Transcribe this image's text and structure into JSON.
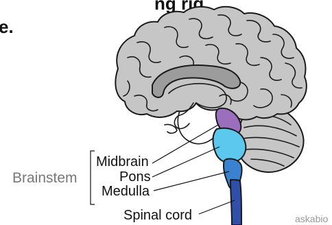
{
  "header_fragment_top": "ng rig",
  "header_fragment_left": "e.",
  "group_label": "Brainstem",
  "labels": {
    "midbrain": "Midbrain",
    "pons": "Pons",
    "medulla": "Medulla",
    "spinal_cord": "Spinal cord"
  },
  "watermark": "askabio",
  "colors": {
    "cerebrum": "#c6c6c6",
    "inner_shade": "#9c9c9c",
    "midbrain": "#9b6fbe",
    "pons": "#5cc8ee",
    "medulla": "#3a82cf",
    "spinal_cord": "#2f4fa8",
    "outline": "#1a1a1a"
  }
}
